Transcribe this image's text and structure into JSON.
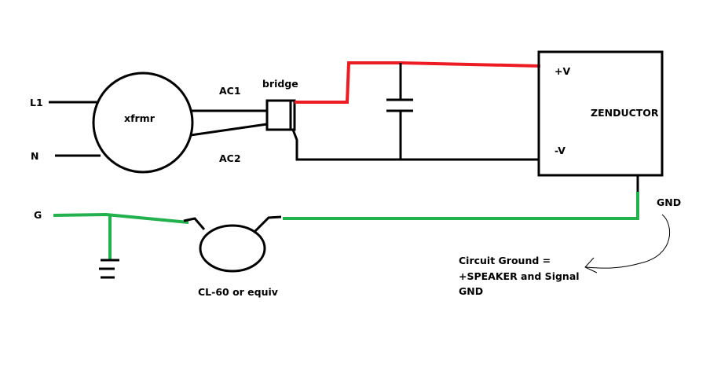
{
  "labels": {
    "l1": "L1",
    "n": "N",
    "g": "G",
    "transformer": "xfrmr",
    "ac1": "AC1",
    "ac2": "AC2",
    "bridge": "bridge",
    "plus_v": "+V",
    "minus_v": "-V",
    "zenductor": "ZENDUCTOR",
    "gnd": "GND",
    "thermistor": "CL-60 or equiv"
  },
  "note": {
    "line1": "Circuit Ground =",
    "line2": "+SPEAKER and Signal",
    "line3": "GND"
  },
  "colors": {
    "wire": "#000000",
    "positive": "#ed1c24",
    "ground": "#22b14c"
  }
}
